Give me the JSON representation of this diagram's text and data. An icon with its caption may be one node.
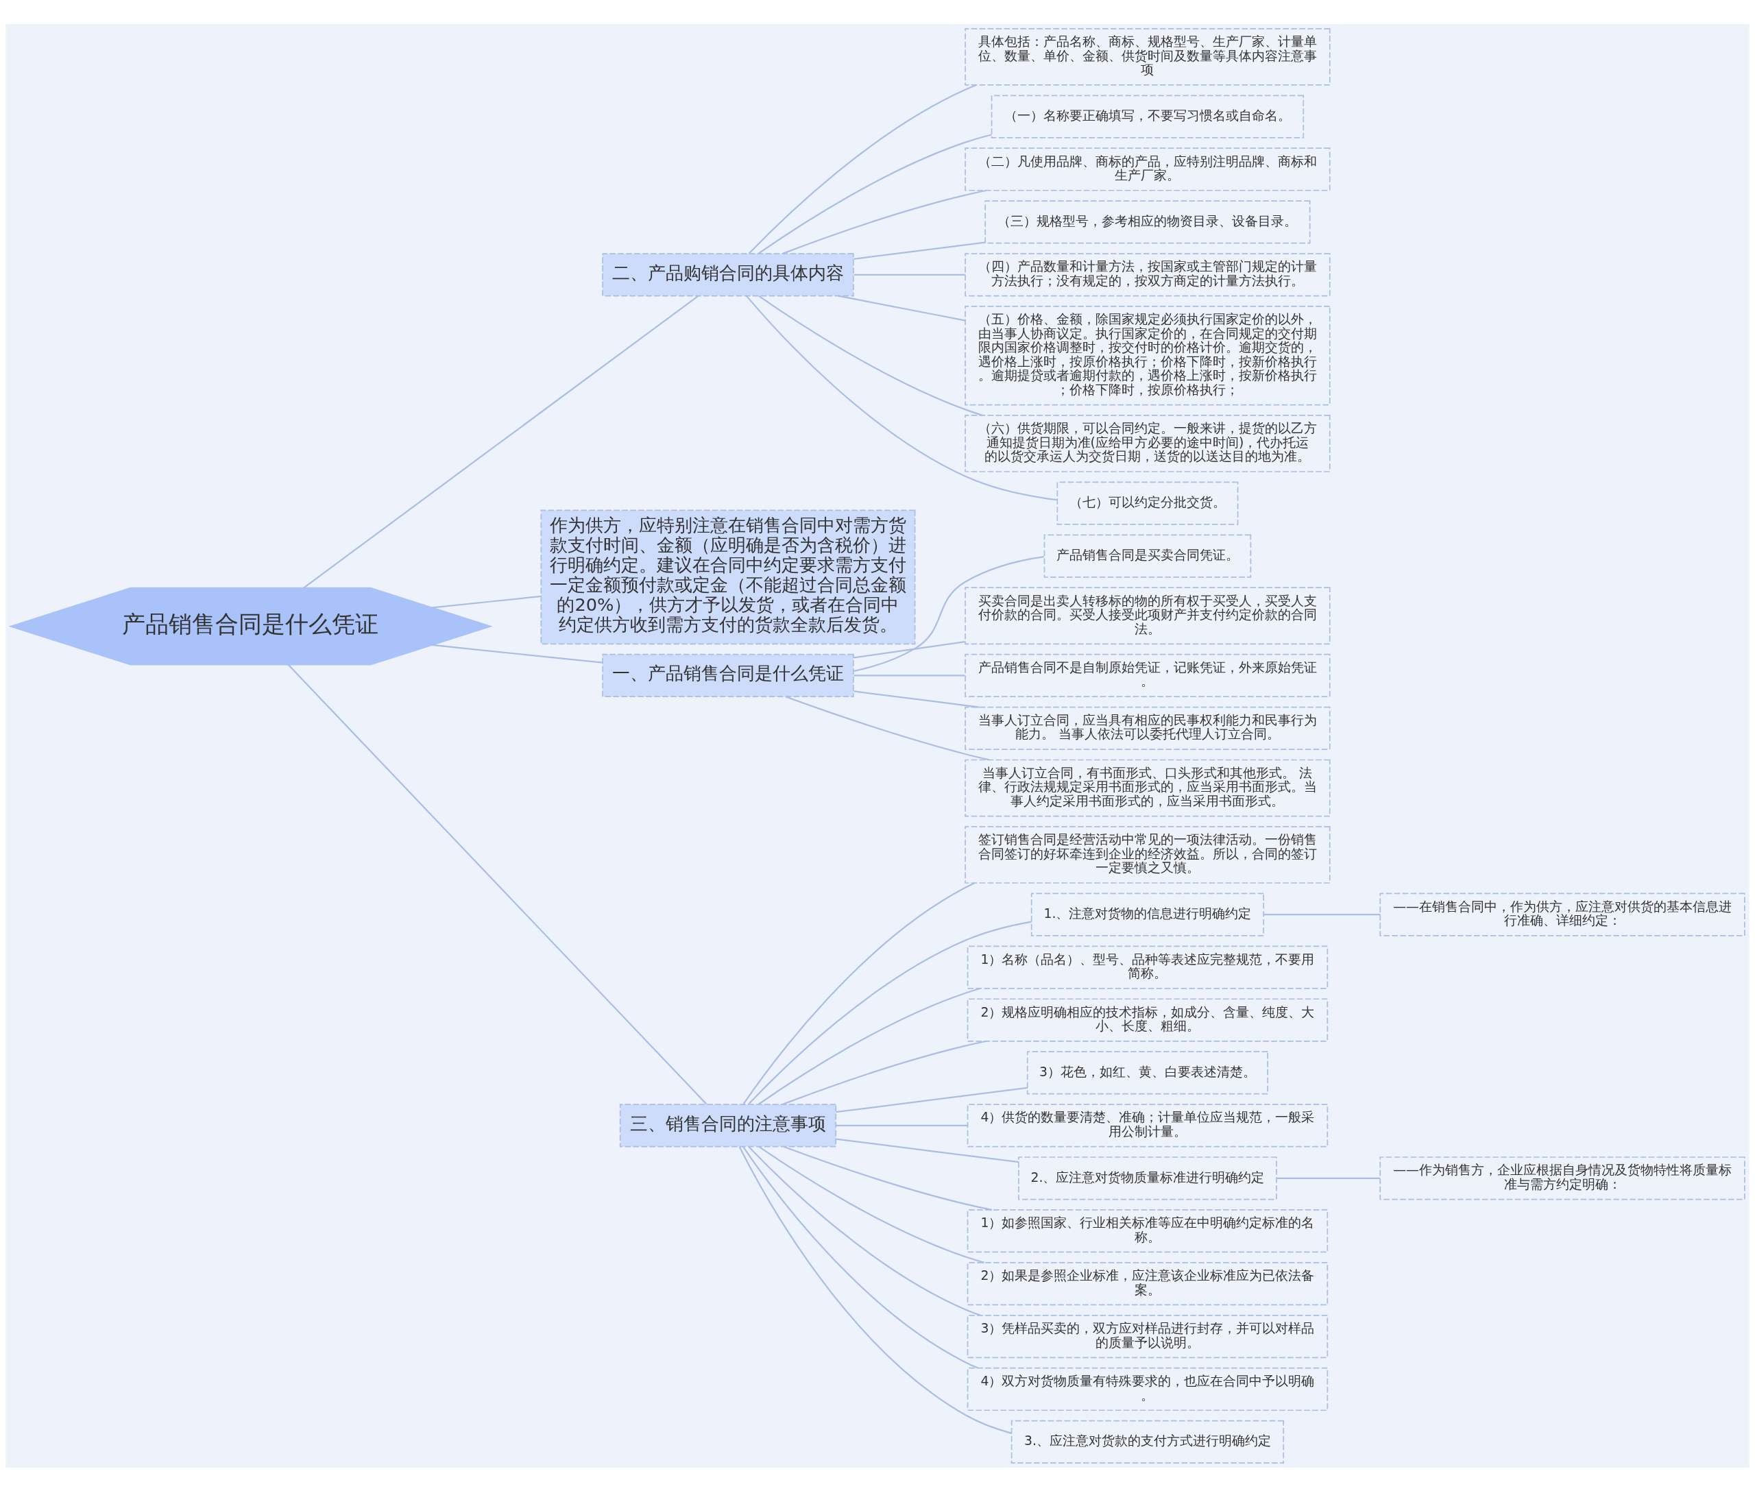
{
  "diagram": {
    "nodes": [
      {
        "text": [
          "产品销售合同是什么凭证"
        ]
      },
      {
        "text": [
          "二、产品购销合同的具体内容"
        ]
      },
      {
        "text": [
          "具体包括：产品名称、商标、规格型号、生产厂家、计量单位、数量、单价、金额、供货时间及数量等具体内容注意事项"
        ]
      },
      {
        "text": [
          "（一）名称要正确填写，不要写习惯名或自命名。"
        ]
      },
      {
        "text": [
          "（二）凡使用品牌、商标的产品，应特别注明品牌、商标和生产厂家。"
        ]
      },
      {
        "text": [
          "（三）规格型号，参考相应的物资目录、设备目录。"
        ]
      },
      {
        "text": [
          "（四）产品数量和计量方法，按国家或主管部门规定的计量方法执行；没有规定的，按双方商定的计量方法执行。"
        ]
      },
      {
        "text": [
          "（五）价格、金额，除国家规定必须执行国家定价的以外，由当事人协商议定。执行国家定价的，在合同规定的交付期限内国家价格调整时，按交付时的价格计价。逾期交货的，遇价格上涨时，按原价格执行；价格下降时，按新价格执行。逾期提贷或者逾期付款的，遇价格上涨时，按新价格执行；价格下降时，按原价格执行；"
        ]
      },
      {
        "text": [
          "（六）供货期限，可以合同约定。一般来讲，提货的以乙方通知提货日期为准(应给甲方必要的途中时间)，代办托运的以货交承运人为交货日期，送货的以送达目的地为准。"
        ]
      },
      {
        "text": [
          "（七）可以约定分批交货。"
        ]
      },
      {
        "text": [
          "作为供方，应特别注意在销售合同中对需方货款支付时间、金额（应明确是否为含税价）进行明确约定。建议在合同中约定要求需方支付一定金额预付款或定金（不能超过合同总金额的20%），供方才予以发货，或者在合同中约定供方收到需方支付的货款全款后发货。"
        ]
      },
      {
        "text": [
          "一、产品销售合同是什么凭证"
        ]
      },
      {
        "text": [
          "产品销售合同是买卖合同凭证。"
        ]
      },
      {
        "text": [
          "买卖合同是出卖人转移标的物的所有权于买受人，买受人支付价款的合同。买受人接受此项财产并支付约定价款的合同法。"
        ]
      },
      {
        "text": [
          "产品销售合同不是自制原始凭证，记账凭证，外来原始凭证。"
        ]
      },
      {
        "text": [
          "当事人订立合同，应当具有相应的民事权利能力和民事行为能力。 当事人依法可以委托代理人订立合同。"
        ]
      },
      {
        "text": [
          "当事人订立合同，有书面形式、口头形式和其他形式。 法律、行政法规规定采用书面形式的，应当采用书面形式。当事人约定采用书面形式的，应当采用书面形式。"
        ]
      },
      {
        "text": [
          "三、销售合同的注意事项"
        ]
      },
      {
        "text": [
          "签订销售合同是经营活动中常见的一项法律活动。一份销售合同签订的好坏牵连到企业的经济效益。所以，合同的签订一定要慎之又慎。"
        ]
      },
      {
        "text": [
          "1.、注意对货物的信息进行明确约定"
        ]
      },
      {
        "text": [
          "——在销售合同中，作为供方，应注意对供货的基本信息进行准确、详细约定："
        ]
      },
      {
        "text": [
          "1）名称（品名）、型号、品种等表述应完整规范，不要用简称。"
        ]
      },
      {
        "text": [
          "2）规格应明确相应的技术指标，如成分、含量、纯度、大小、长度、粗细。"
        ]
      },
      {
        "text": [
          "3）花色，如红、黄、白要表述清楚。"
        ]
      },
      {
        "text": [
          "4）供货的数量要清楚、准确；计量单位应当规范，一般采用公制计量。"
        ]
      },
      {
        "text": [
          "2.、应注意对货物质量标准进行明确约定"
        ]
      },
      {
        "text": [
          "——作为销售方，企业应根据自身情况及货物特性将质量标准与需方约定明确："
        ]
      },
      {
        "text": [
          "1）如参照国家、行业相关标准等应在中明确约定标准的名称。"
        ]
      },
      {
        "text": [
          "2）如果是参照企业标准，应注意该企业标准应为已依法备案。"
        ]
      },
      {
        "text": [
          "3）凭样品买卖的，双方应对样品进行封存，并可以对样品的质量予以说明。"
        ]
      },
      {
        "text": [
          "4）双方对货物质量有特殊要求的，也应在合同中予以明确。"
        ]
      },
      {
        "text": [
          "3.、应注意对货款的支付方式进行明确约定"
        ]
      }
    ],
    "edges": [
      {
        "from": 0,
        "to": 1,
        "arrow": "none"
      },
      {
        "from": 1,
        "to": 2,
        "arrow": "none"
      },
      {
        "from": 1,
        "to": 3,
        "arrow": "none"
      },
      {
        "from": 1,
        "to": 4,
        "arrow": "none"
      },
      {
        "from": 1,
        "to": 5,
        "arrow": "none"
      },
      {
        "from": 1,
        "to": 6,
        "arrow": "none"
      },
      {
        "from": 1,
        "to": 7,
        "arrow": "none"
      },
      {
        "from": 1,
        "to": 8,
        "arrow": "none"
      },
      {
        "from": 1,
        "to": 9,
        "arrow": "none"
      },
      {
        "from": 0,
        "to": 10,
        "arrow": "none"
      },
      {
        "from": 0,
        "to": 11,
        "arrow": "none"
      },
      {
        "from": 11,
        "to": 12,
        "arrow": "none"
      },
      {
        "from": 11,
        "to": 13,
        "arrow": "none"
      },
      {
        "from": 11,
        "to": 14,
        "arrow": "none"
      },
      {
        "from": 11,
        "to": 15,
        "arrow": "none"
      },
      {
        "from": 11,
        "to": 16,
        "arrow": "none"
      },
      {
        "from": 0,
        "to": 17,
        "arrow": "none"
      },
      {
        "from": 17,
        "to": 18,
        "arrow": "none"
      },
      {
        "from": 17,
        "to": 19,
        "arrow": "none"
      },
      {
        "from": 19,
        "to": 20,
        "arrow": "none"
      },
      {
        "from": 17,
        "to": 21,
        "arrow": "none"
      },
      {
        "from": 17,
        "to": 22,
        "arrow": "none"
      },
      {
        "from": 17,
        "to": 23,
        "arrow": "none"
      },
      {
        "from": 17,
        "to": 24,
        "arrow": "none"
      },
      {
        "from": 17,
        "to": 25,
        "arrow": "none"
      },
      {
        "from": 25,
        "to": 26,
        "arrow": "none"
      },
      {
        "from": 17,
        "to": 27,
        "arrow": "none"
      },
      {
        "from": 17,
        "to": 28,
        "arrow": "none"
      },
      {
        "from": 17,
        "to": 29,
        "arrow": "none"
      },
      {
        "from": 17,
        "to": 30,
        "arrow": "none"
      },
      {
        "from": 17,
        "to": 31,
        "arrow": "none"
      }
    ]
  }
}
